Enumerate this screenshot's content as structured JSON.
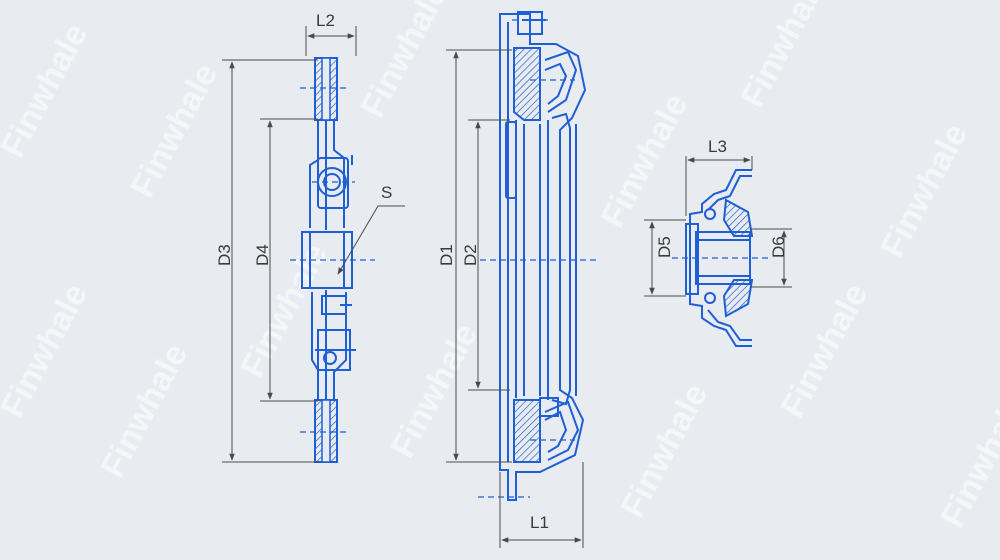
{
  "labels": {
    "l2": "L2",
    "d3": "D3",
    "d4": "D4",
    "s": "S",
    "d1": "D1",
    "d2": "D2",
    "l1": "L1",
    "l3": "L3",
    "d5": "D5",
    "d6": "D6"
  },
  "watermark": "Finwhale",
  "colors": {
    "background": "#e8ecf0",
    "part_line": "#1f5fd6",
    "part_fill": "#2f6be0",
    "dimension_line": "#4a4a4a",
    "text": "#3a3a3a"
  }
}
